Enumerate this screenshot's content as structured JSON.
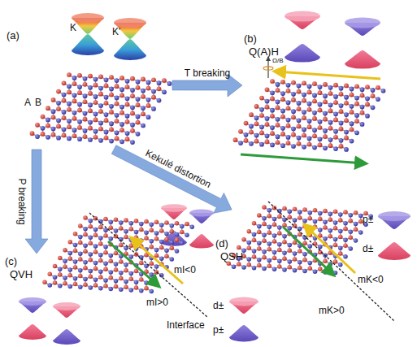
{
  "diagram": {
    "nodes": [
      {
        "text": [
          "(a)"
        ]
      },
      {
        "text": [
          "(b)",
          "Q(A)H"
        ]
      },
      {
        "text": [
          "(c)",
          "QVH"
        ]
      },
      {
        "text": [
          "(d)",
          "QSH"
        ]
      }
    ],
    "edges": [
      {
        "from": 0,
        "to": 1,
        "arrow": "to",
        "label": "T breaking"
      },
      {
        "from": 0,
        "to": 2,
        "arrow": "to",
        "label": "P breaking"
      },
      {
        "from": 0,
        "to": 3,
        "arrow": "to",
        "label": "Kekulé distortion"
      }
    ],
    "labels": [
      "K",
      "K'",
      "A",
      "B",
      "Ω/B",
      "mI<0",
      "mI>0",
      "Interface",
      "p±",
      "d±",
      "mK<0",
      "mK>0",
      "d±",
      "p±"
    ]
  }
}
